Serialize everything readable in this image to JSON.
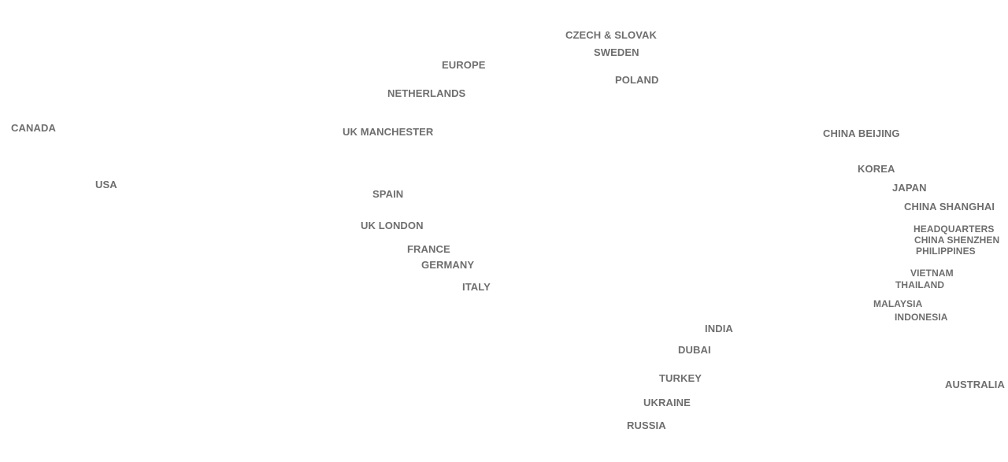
{
  "locations": {
    "czech_slovak": "CZECH & SLOVAK",
    "sweden": "SWEDEN",
    "europe": "EUROPE",
    "poland": "POLAND",
    "netherlands": "NETHERLANDS",
    "canada": "CANADA",
    "uk_manchester": "UK MANCHESTER",
    "china_beijing": "CHINA BEIJING",
    "korea": "KOREA",
    "usa": "USA",
    "japan": "JAPAN",
    "spain": "SPAIN",
    "china_shanghai": "CHINA SHANGHAI",
    "uk_london": "UK LONDON",
    "headquarters": "HEADQUARTERS",
    "china_shenzhen": "CHINA SHENZHEN",
    "france": "FRANCE",
    "philippines": "PHILIPPINES",
    "germany": "GERMANY",
    "vietnam": "VIETNAM",
    "thailand": "THAILAND",
    "italy": "ITALY",
    "malaysia": "MALAYSIA",
    "indonesia": "INDONESIA",
    "india": "INDIA",
    "dubai": "DUBAI",
    "turkey": "TURKEY",
    "australia": "AUSTRALIA",
    "ukraine": "UKRAINE",
    "russia": "RUSSIA"
  },
  "colors": {
    "label": "#6e6e6e",
    "background": "#ffffff"
  }
}
